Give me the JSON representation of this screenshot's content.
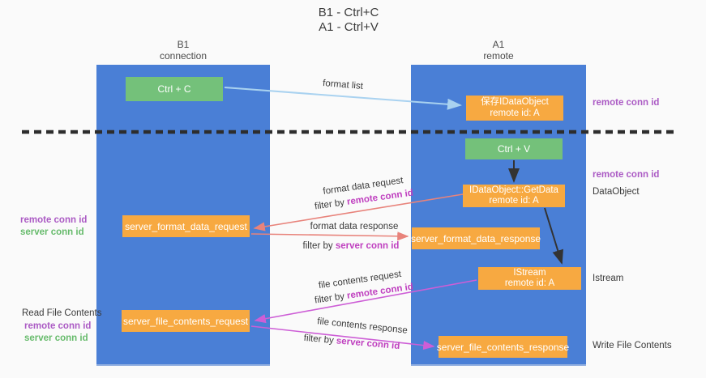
{
  "title": {
    "line1": "B1 - Ctrl+C",
    "line2": "A1 - Ctrl+V"
  },
  "lifelines": {
    "left": {
      "name": "B1",
      "role": "connection"
    },
    "right": {
      "name": "A1",
      "role": "remote"
    }
  },
  "boxes": {
    "ctrl_c": "Ctrl + C",
    "ctrl_v": "Ctrl + V",
    "save_idataobject": {
      "line1": "保存IDataObject",
      "line2": "remote id: A"
    },
    "getdata": {
      "line1": "IDataObject::GetData",
      "line2": "remote id: A"
    },
    "istream": {
      "line1": "IStream",
      "line2": "remote id: A"
    },
    "format_request": "server_format_data_request",
    "format_response": "server_format_data_response",
    "file_request": "server_file_contents_request",
    "file_response": "server_file_contents_response"
  },
  "arrow_labels": {
    "format_list": "format list",
    "format_data_request": "format data request",
    "format_data_response": "format data response",
    "file_contents_request": "file contents request",
    "file_contents_response": "file contents response",
    "filter_by": "filter by ",
    "remote_conn_id": "remote conn id",
    "server_conn_id": "server conn id"
  },
  "annotations": {
    "right_top_remote_conn_id": "remote conn id",
    "right_mid_remote_conn_id": "remote conn id",
    "dataobject": "DataObject",
    "istream": "Istream",
    "write_file_contents": "Write File Contents",
    "read_file_contents": "Read File Contents",
    "left_mid": {
      "remote": "remote conn id",
      "server": "server conn id"
    },
    "left_bottom": {
      "remote": "remote conn id",
      "server": "server conn id"
    }
  },
  "colors": {
    "lifeline_blue": "#4a7fd6",
    "box_orange": "#f7a941",
    "box_green": "#74c17a",
    "arrow_lightblue": "#a9d2f0",
    "arrow_salmon": "#e8837b",
    "arrow_magenta": "#cd5ed6",
    "arrow_black": "#333333",
    "label_purple": "#ab5ac4",
    "label_green": "#67bb6c",
    "emphasis_magenta": "#bf3fbf",
    "background": "#fafafa"
  }
}
